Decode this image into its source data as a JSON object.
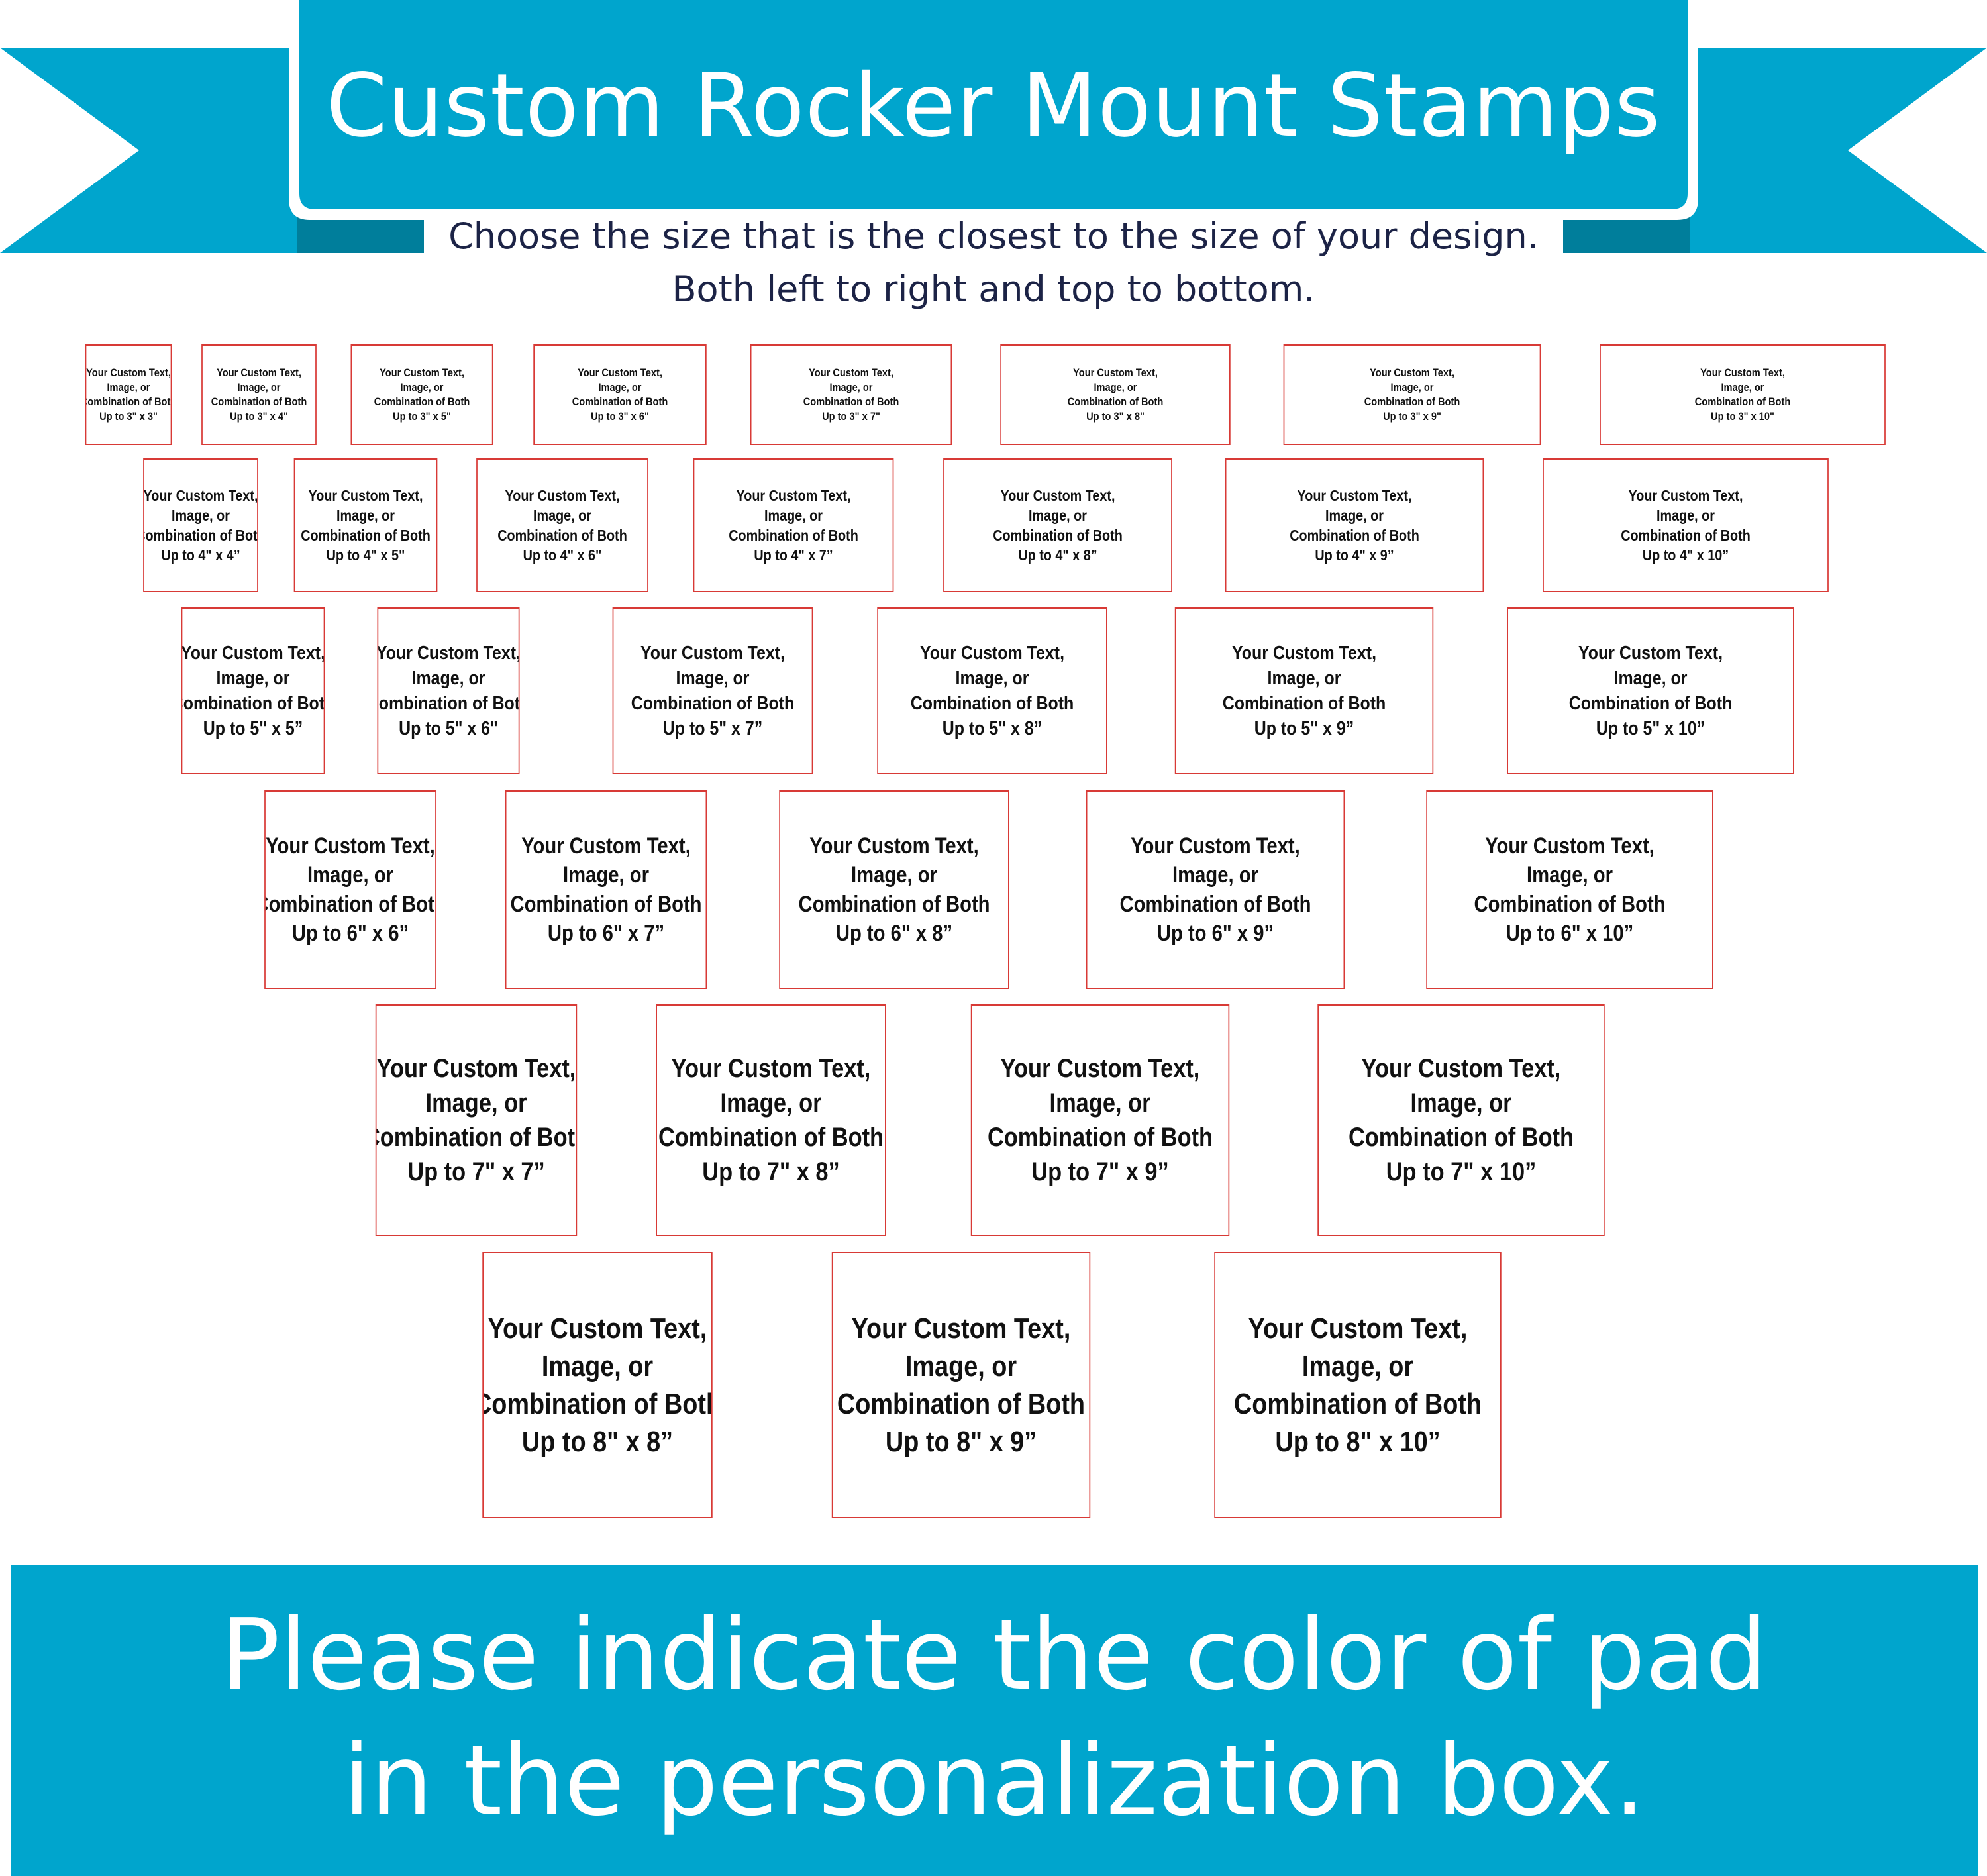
{
  "title": "Custom Rocker Mount Stamps",
  "subtitle": {
    "line1": "Choose the size that is the closest to the size of your design.",
    "line2": "Both left to right and top to bottom."
  },
  "stamp_text": {
    "line1": "Your Custom Text,",
    "line2": "Image, or",
    "line3": "Combination of Both"
  },
  "stamp_rows": [
    [
      "Up to 3\" x 3\"",
      "Up to 3\" x 4\"",
      "Up to 3\" x 5\"",
      "Up to 3\" x 6\"",
      "Up to 3\" x 7\"",
      "Up to 3\" x 8\"",
      "Up to 3\" x 9\"",
      "Up to 3\" x 10\""
    ],
    [
      "Up to 4\" x 4”",
      "Up to 4\" x 5\"",
      "Up to 4\" x 6\"",
      "Up to 4\" x 7”",
      "Up to 4\" x 8”",
      "Up to 4\" x 9”",
      "Up to 4\" x 10”"
    ],
    [
      "Up to 5\" x 5”",
      "Up to 5\" x 6\"",
      "Up to 5\" x 7”",
      "Up to 5\" x 8”",
      "Up to 5\" x 9”",
      "Up to 5\" x 10”"
    ],
    [
      "Up to 6\" x 6”",
      "Up to 6\" x 7”",
      "Up to 6\" x 8”",
      "Up to 6\" x 9”",
      "Up to 6\" x 10”"
    ],
    [
      "Up to 7\" x 7”",
      "Up to 7\" x 8”",
      "Up to 7\" x 9”",
      "Up to 7\" x 10”"
    ],
    [
      "Up to 8\" x 8”",
      "Up to 8\" x 9”",
      "Up to 8\" x 10”"
    ]
  ],
  "footer": {
    "line1": "Please indicate the color of pad",
    "line2": "in the personalization box."
  },
  "colors": {
    "banner": "#00a5cd",
    "banner_fold": "#007e9b",
    "stamp_border": "#d83a36",
    "subtitle_text": "#1c2346"
  }
}
